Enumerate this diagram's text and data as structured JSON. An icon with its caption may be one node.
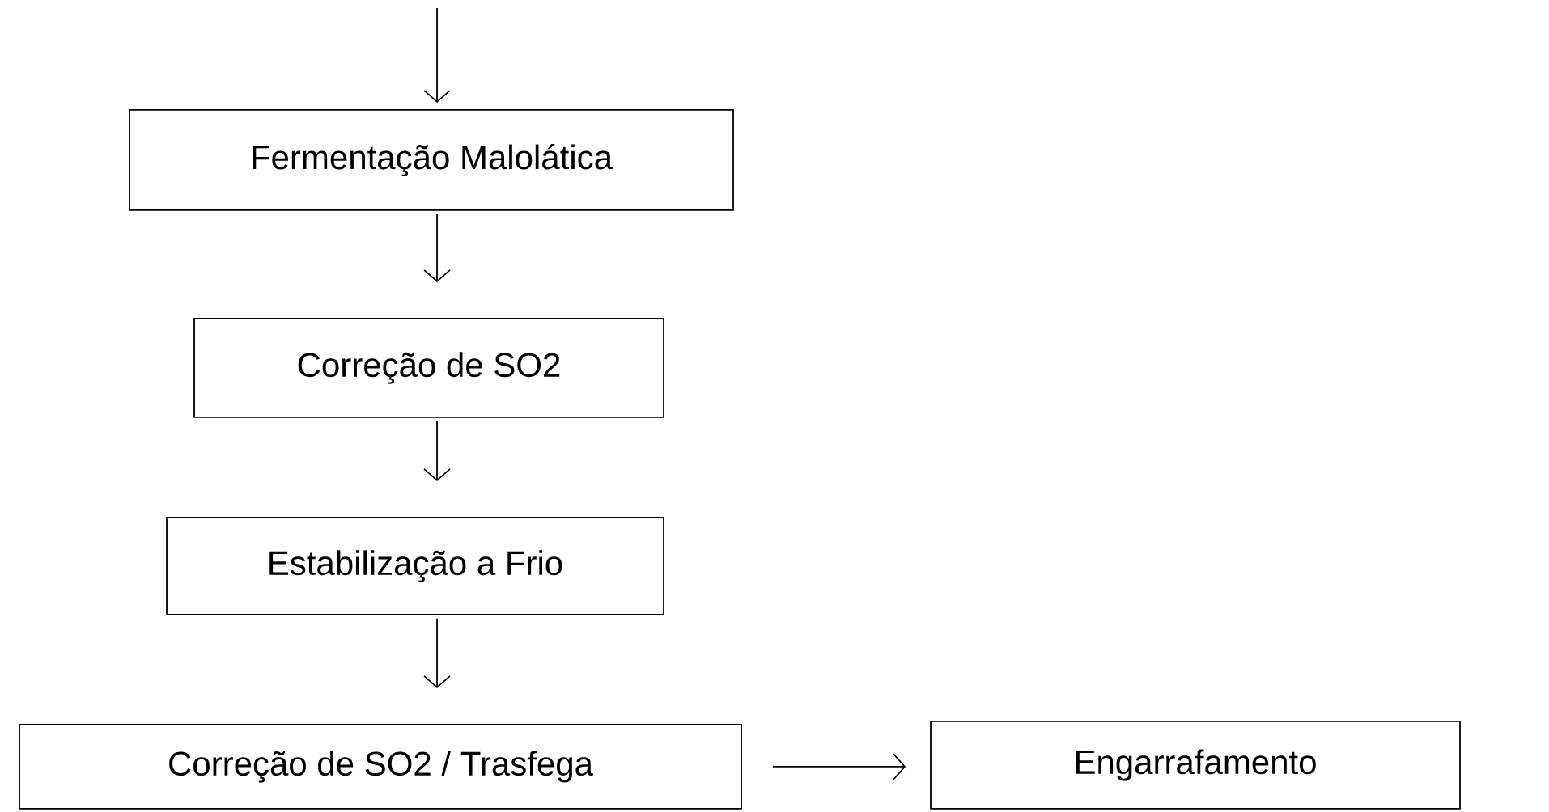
{
  "diagram": {
    "nodes": [
      {
        "text": [
          "Fermentação Malolática"
        ]
      },
      {
        "text": [
          "Correção de SO2"
        ]
      },
      {
        "text": [
          "Estabilização a Frio"
        ]
      },
      {
        "text": [
          "Correção de SO2 / Trasfega"
        ]
      },
      {
        "text": [
          "Engarrafamento"
        ]
      }
    ],
    "edges": [
      {
        "from": null,
        "to": 0,
        "arrow": "to"
      },
      {
        "from": 0,
        "to": 1,
        "arrow": "to"
      },
      {
        "from": 1,
        "to": 2,
        "arrow": "to"
      },
      {
        "from": 2,
        "to": 3,
        "arrow": "to"
      },
      {
        "from": 3,
        "to": 4,
        "arrow": "to"
      }
    ]
  }
}
